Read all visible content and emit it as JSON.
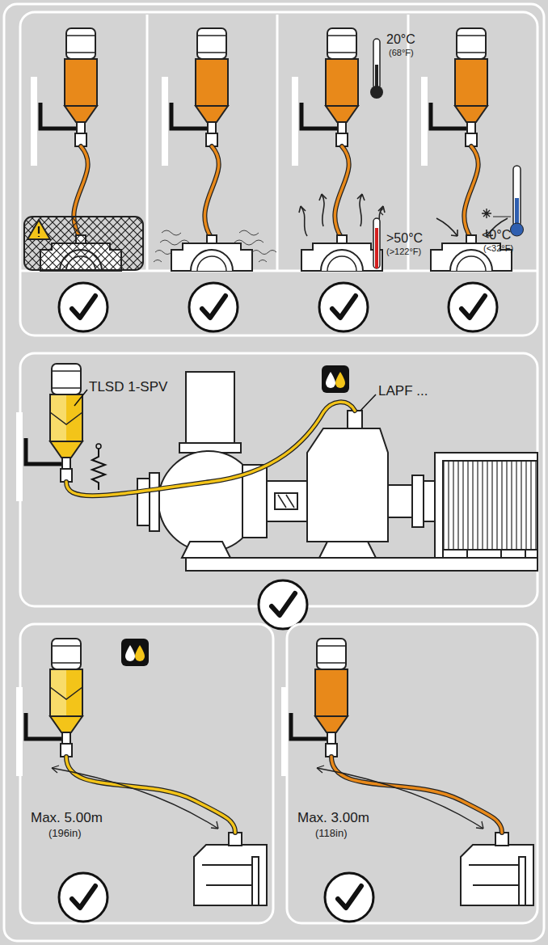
{
  "diagram": {
    "labels": [
      "20°C",
      "(68°F)",
      ">50°C",
      "(>122°F)",
      "<0°C",
      "(<32°F)",
      "TLSD 1-SPV",
      "LAPF ...",
      "Max. 5.00m",
      "(196in)",
      "Max. 3.00m",
      "(118in)"
    ]
  }
}
